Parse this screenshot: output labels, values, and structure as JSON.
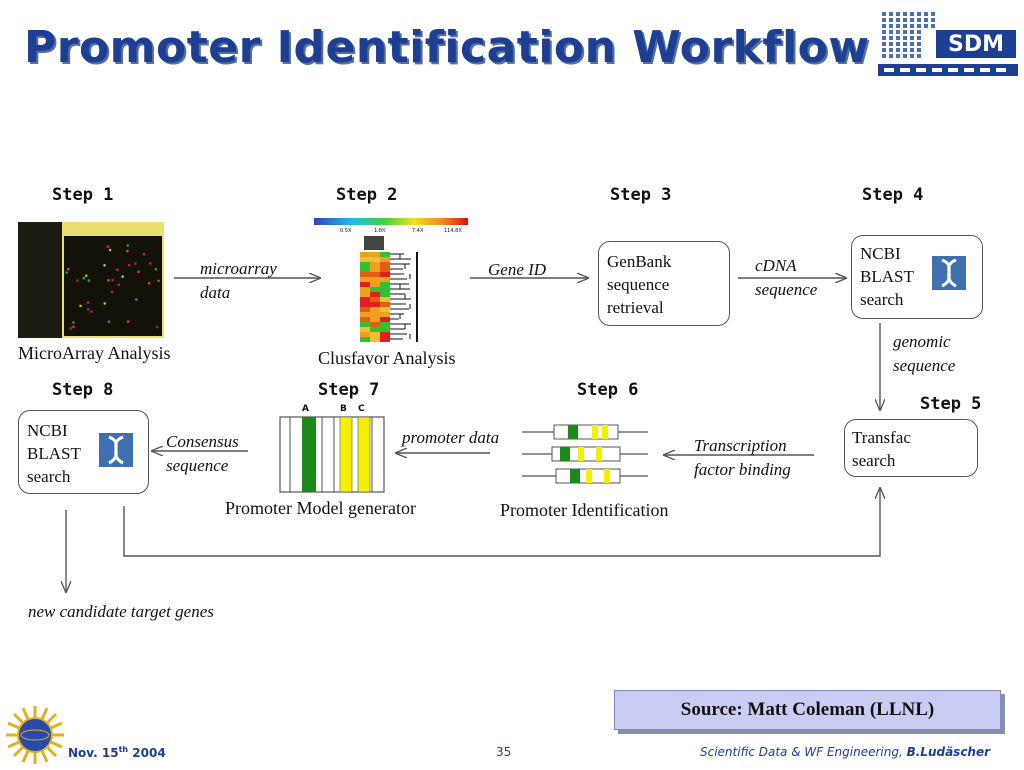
{
  "slide": {
    "title": "Promoter Identification Workflow",
    "logo_text": "SDM",
    "source": "Source: Matt Coleman (LLNL)",
    "footer_date_prefix": "Nov. 15",
    "footer_date_sup": "th",
    "footer_date_suffix": " 2004",
    "page_number": "35",
    "footer_credit_prefix": "Scientific Data & WF Engineering, ",
    "footer_credit_author": "B.Ludäscher"
  },
  "steps": {
    "s1": {
      "label": "Step 1",
      "caption": "MicroArray Analysis"
    },
    "s2": {
      "label": "Step 2",
      "caption": "Clusfavor Analysis",
      "scale_ticks": [
        "0.5X",
        "1.8X",
        "7.4X",
        "114.8X"
      ]
    },
    "s3": {
      "label": "Step 3",
      "lines": [
        "GenBank",
        "sequence",
        "retrieval"
      ]
    },
    "s4": {
      "label": "Step 4",
      "lines": [
        "NCBI",
        "BLAST",
        "search"
      ]
    },
    "s5": {
      "label": "Step 5",
      "lines": [
        "Transfac",
        "search"
      ]
    },
    "s6": {
      "label": "Step 6",
      "caption": "Promoter Identification"
    },
    "s7": {
      "label": "Step 7",
      "caption": "Promoter Model generator",
      "column_labels": [
        "A",
        "B",
        "C"
      ]
    },
    "s8": {
      "label": "Step 8",
      "lines": [
        "NCBI",
        "BLAST",
        "search"
      ]
    }
  },
  "edges": {
    "e12": [
      "microarray",
      "data"
    ],
    "e23": "Gene ID",
    "e34": [
      "cDNA",
      "sequence"
    ],
    "e45": [
      "genomic",
      "sequence"
    ],
    "e56": [
      "Transcription",
      "factor binding"
    ],
    "e67": "promoter data",
    "e78": [
      "Consensus",
      "sequence"
    ],
    "out": "new candidate target genes"
  },
  "colors": {
    "title": "#1c3f94",
    "green": "#1a8a1a",
    "yellow": "#f5f000",
    "dna_icon": "#3f6fae",
    "source_bg": "#c9cdf4"
  }
}
